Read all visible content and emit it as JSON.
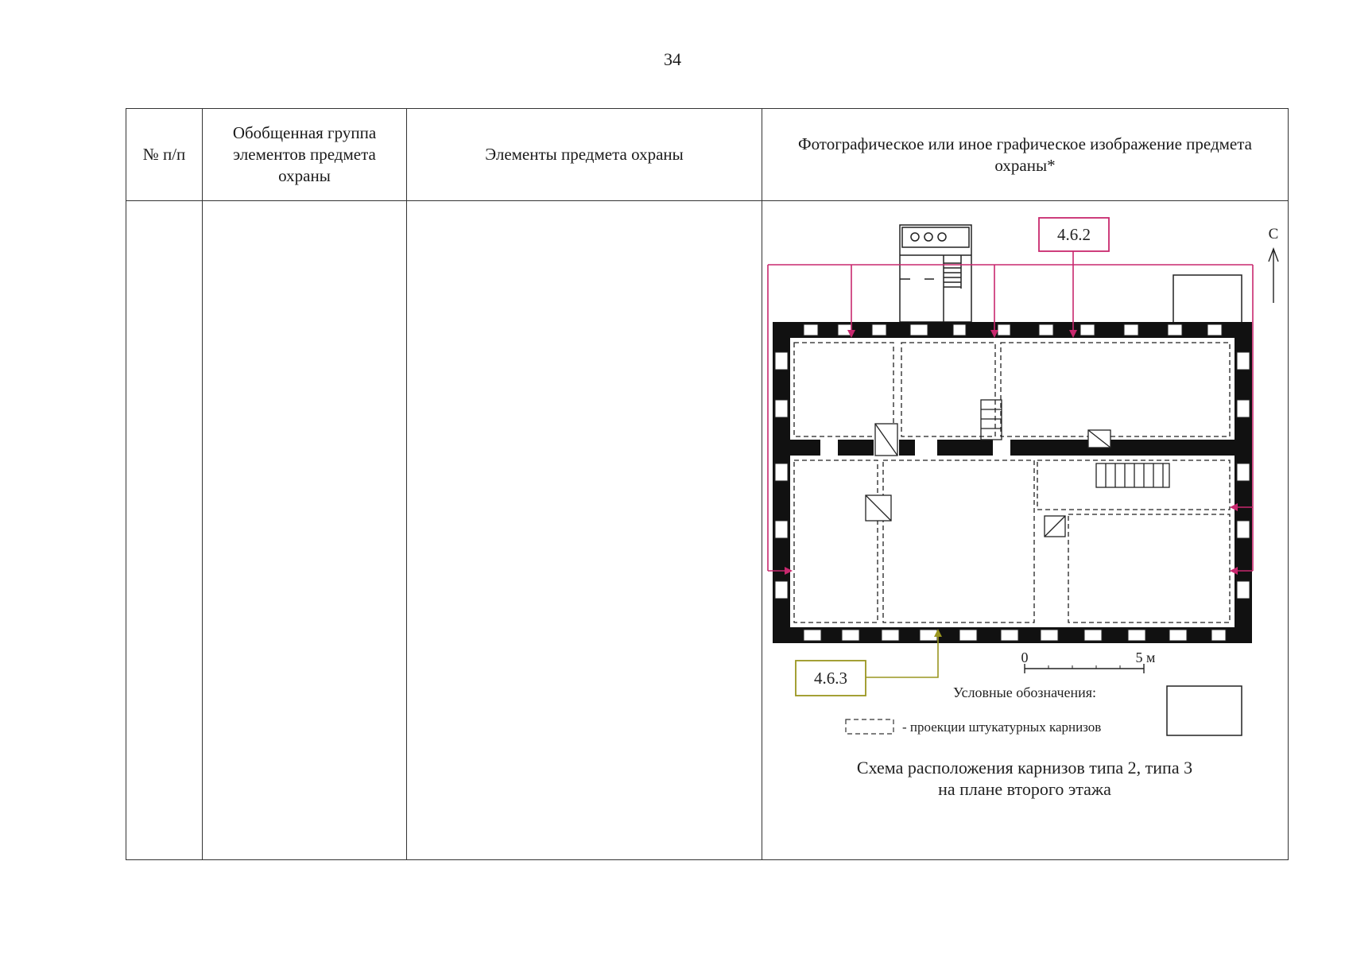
{
  "page": {
    "number": "34"
  },
  "table": {
    "headers": {
      "number": "№ п/п",
      "group": "Обобщенная группа элементов предмета охраны",
      "elements": "Элементы предмета охраны",
      "image": "Фотографическое или иное графическое изображение предмета охраны*"
    }
  },
  "figure": {
    "callout_top": "4.6.2",
    "callout_bottom": "4.6.3",
    "north_label": "С",
    "scale_start": "0",
    "scale_end": "5 м",
    "legend_title": "Условные обозначения:",
    "legend_item": "- проекции штукатурных карнизов",
    "caption_line1": "Схема расположения карнизов типа 2, типа 3",
    "caption_line2": "на плане второго этажа",
    "colors": {
      "callout_top": "#c8286e",
      "callout_bottom": "#9a9620",
      "walls": "#111111"
    }
  }
}
